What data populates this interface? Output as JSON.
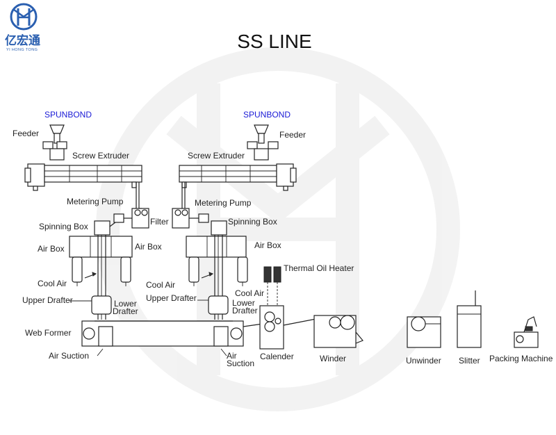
{
  "title": "SS LINE",
  "logo": {
    "company_name": "亿宏通",
    "company_latin": "YI HONG TONG",
    "brand_color": "#2a5fb0"
  },
  "label_color_spunbond": "#1a1ad6",
  "labels": {
    "spunbond_left": "SPUNBOND",
    "spunbond_right": "SPUNBOND",
    "feeder_left": "Feeder",
    "feeder_right": "Feeder",
    "screw_extruder_left": "Screw  Extruder",
    "screw_extruder_right": "Screw  Extruder",
    "metering_pump_left": "Metering Pump",
    "metering_pump_right": "Metering Pump",
    "filter": "Filter",
    "spinning_box_left": "Spinning Box",
    "spinning_box_right": "Spinning Box",
    "air_box_left_1": "Air Box",
    "air_box_left_2": "Air Box",
    "air_box_right": "Air Box",
    "cool_air_left": "Cool Air",
    "cool_air_mid": "Cool Air",
    "cool_air_right": "Cool Air",
    "upper_drafter_left": "Upper Drafter",
    "upper_drafter_right": "Upper Drafter",
    "lower_drafter_left_1": "Lower",
    "lower_drafter_left_2": "Drafter",
    "lower_drafter_right_1": "Lower",
    "lower_drafter_right_2": "Drafter",
    "thermal_oil_heater": "Thermal Oil Heater",
    "web_former": "Web Former",
    "air_suction_left": "Air Suction",
    "air_suction_right_1": "Air",
    "air_suction_right_2": "Suction",
    "calender": "Calender",
    "winder": "Winder",
    "unwinder": "Unwinder",
    "slitter": "Slitter",
    "packing_machine": "Packing Machine"
  }
}
